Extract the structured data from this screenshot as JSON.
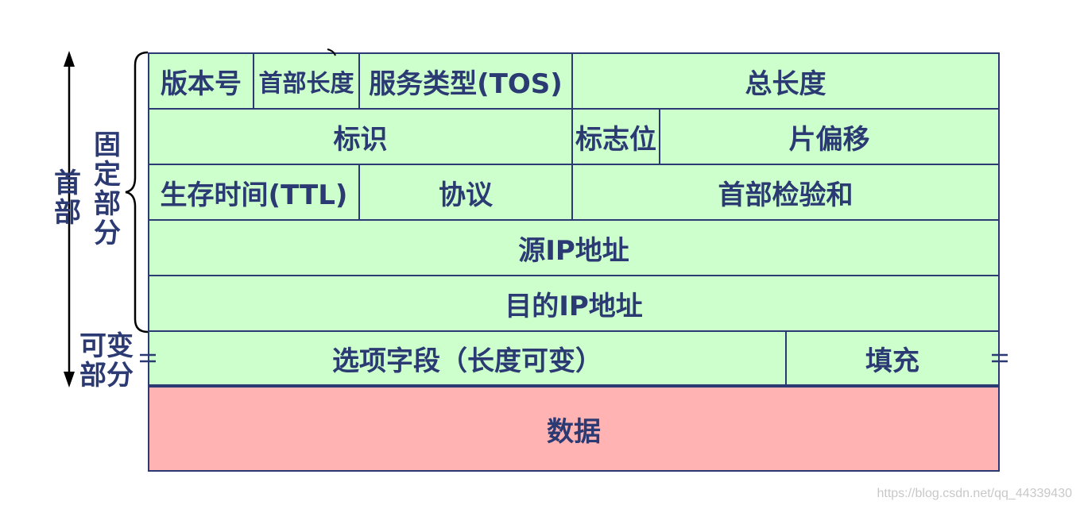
{
  "fields": {
    "version": "版本号",
    "header_length": "首部长度",
    "tos": "服务类型(TOS)",
    "total_length": "总长度",
    "identification": "标识",
    "flags": "标志位",
    "fragment_offset": "片偏移",
    "ttl": "生存时间(TTL)",
    "protocol": "协议",
    "header_checksum": "首部检验和",
    "source_ip": "源IP地址",
    "destination_ip": "目的IP地址",
    "options": "选项字段（长度可变）",
    "padding": "填充",
    "data": "数据"
  },
  "side_labels": {
    "header": "首\n部",
    "fixed_part": "固\n定\n部\n分",
    "variable_part": "可变\n部分"
  },
  "colors": {
    "header_fill": "#ccffcc",
    "data_fill": "#ffb3b3",
    "line": "#2b3a73"
  },
  "watermark": "https://blog.csdn.net/qq_44339430"
}
